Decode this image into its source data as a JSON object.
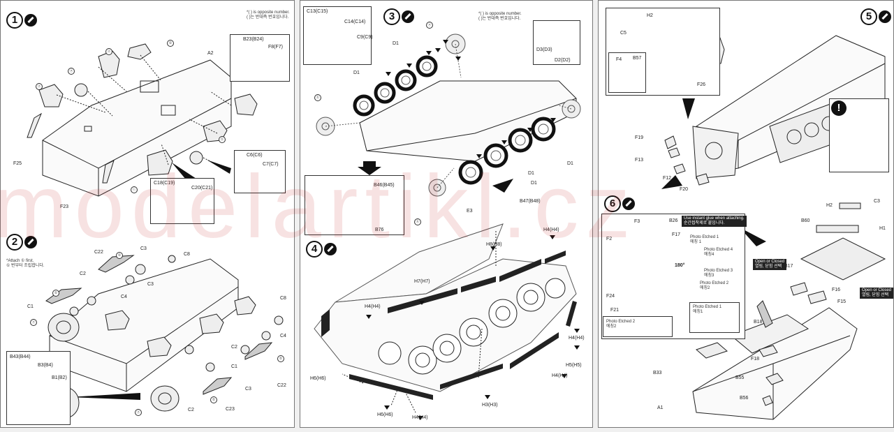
{
  "steps": {
    "s1": "1",
    "s2": "2",
    "s3": "3",
    "s4": "4",
    "s5": "5",
    "s6": "6"
  },
  "notes": {
    "opposite_1": "*( ) is opposite number.\n( )는 반대측 번호입니다.",
    "opposite_3": "*( ) is opposite number.\n( )는 반대측 번호입니다.",
    "attach_first": "*Attach ① first.\n① 번부터 조립합니다.",
    "instant_glue": "Use instant glue when attaching.\n순간접착제로 붙입니다.",
    "open_closed_1": "Open or Closed\n열림, 닫힘 선택",
    "open_closed_2": "Open or Closed\n열림, 닫힘 선택"
  },
  "panel1": {
    "labels": [
      "A2",
      "F25",
      "F23",
      "B23(B24)",
      "F8(F7)",
      "C6(C6)",
      "C7(C7)",
      "C18(C19)",
      "C20(C21)"
    ],
    "step2_labels": [
      "C22",
      "C3",
      "C8",
      "C2",
      "C4",
      "C1",
      "C8",
      "C4",
      "C1",
      "C2",
      "C3",
      "C22",
      "C2",
      "C23",
      "C3",
      "B43(B44)",
      "B3(B4)",
      "B1(B2)"
    ]
  },
  "panel2": {
    "labels": [
      "C13(C15)",
      "C14(C14)",
      "C9(C9)",
      "D3(D3)",
      "D2(D2)",
      "D1",
      "D1",
      "D1",
      "D1",
      "D1",
      "E3",
      "B47(B48)",
      "B46(B45)",
      "B76"
    ],
    "step4_labels": [
      "H8(H8)",
      "H4(H4)",
      "H7(H7)",
      "H4(H4)",
      "H4(H4)",
      "H5(H5)",
      "H4(H4)",
      "H6(H6)",
      "H6(H6)",
      "H4(H4)",
      "H3(H3)"
    ]
  },
  "panel3": {
    "labels": [
      "H2",
      "C5",
      "F26",
      "F4",
      "B57",
      "F19",
      "F13",
      "F12",
      "F20"
    ],
    "step6_labels": [
      "H2",
      "C3",
      "B60",
      "H1",
      "B17",
      "F16",
      "F15",
      "B18",
      "F18",
      "B55",
      "B56",
      "B33",
      "A1"
    ],
    "pe_labels": [
      "F3",
      "B26",
      "F17",
      "F2",
      "F24",
      "F21",
      "Photo Etched 1\n에칭 1",
      "Photo Etched 4\n에칭4",
      "Photo Etched 3\n에칭3",
      "Photo Etched 2\n에칭2",
      "180°"
    ],
    "pe1_box": "Photo Etched 1\n에칭1",
    "pe2_box": "Photo Etched 2\n에칭2"
  },
  "watermark": "modelartikl.cz",
  "colors": {
    "watermark": "#c42b2b",
    "line": "#222222"
  }
}
